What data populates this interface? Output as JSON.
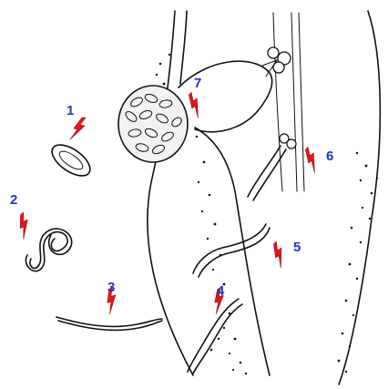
{
  "diagram": {
    "labels": [
      "1",
      "2",
      "3",
      "4",
      "5",
      "6",
      "7"
    ],
    "colors": {
      "label": "#1f35c9",
      "marker": "#e8141b",
      "ink": "#111111"
    },
    "icon": "lightning-bolt-icon"
  }
}
